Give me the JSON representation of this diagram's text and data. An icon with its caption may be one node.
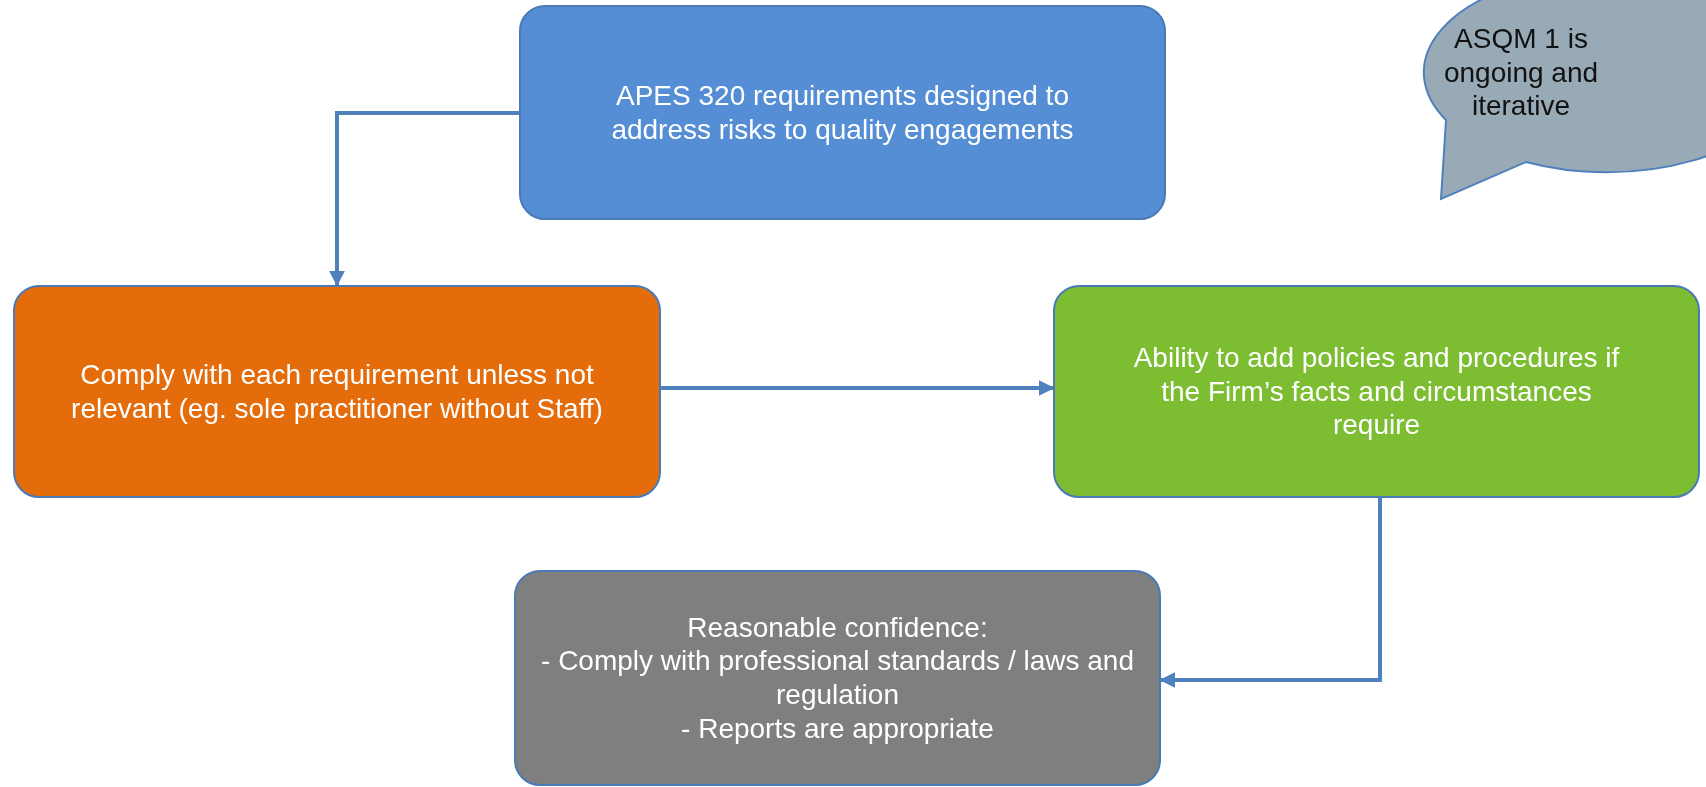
{
  "diagram": {
    "nodes": [
      {
        "text": [
          "APES 320 requirements designed to address risks to quality engagements"
        ]
      },
      {
        "text": [
          "Comply with each requirement unless not relevant (eg. sole practitioner without Staff)"
        ]
      },
      {
        "text": [
          "Ability to add policies and procedures if the Firm’s facts and circumstances require"
        ]
      },
      {
        "text": [
          "Reasonable confidence:",
          "- Comply with professional standards / laws and regulation",
          "- Reports are appropriate"
        ]
      },
      {
        "text": [
          "ASQM 1 is ongoing and iterative"
        ]
      }
    ],
    "edges": [
      {
        "from": 0,
        "to": 1,
        "arrow": "to"
      },
      {
        "from": 1,
        "to": 2,
        "arrow": "to"
      },
      {
        "from": 2,
        "to": 3,
        "arrow": "to"
      }
    ]
  }
}
